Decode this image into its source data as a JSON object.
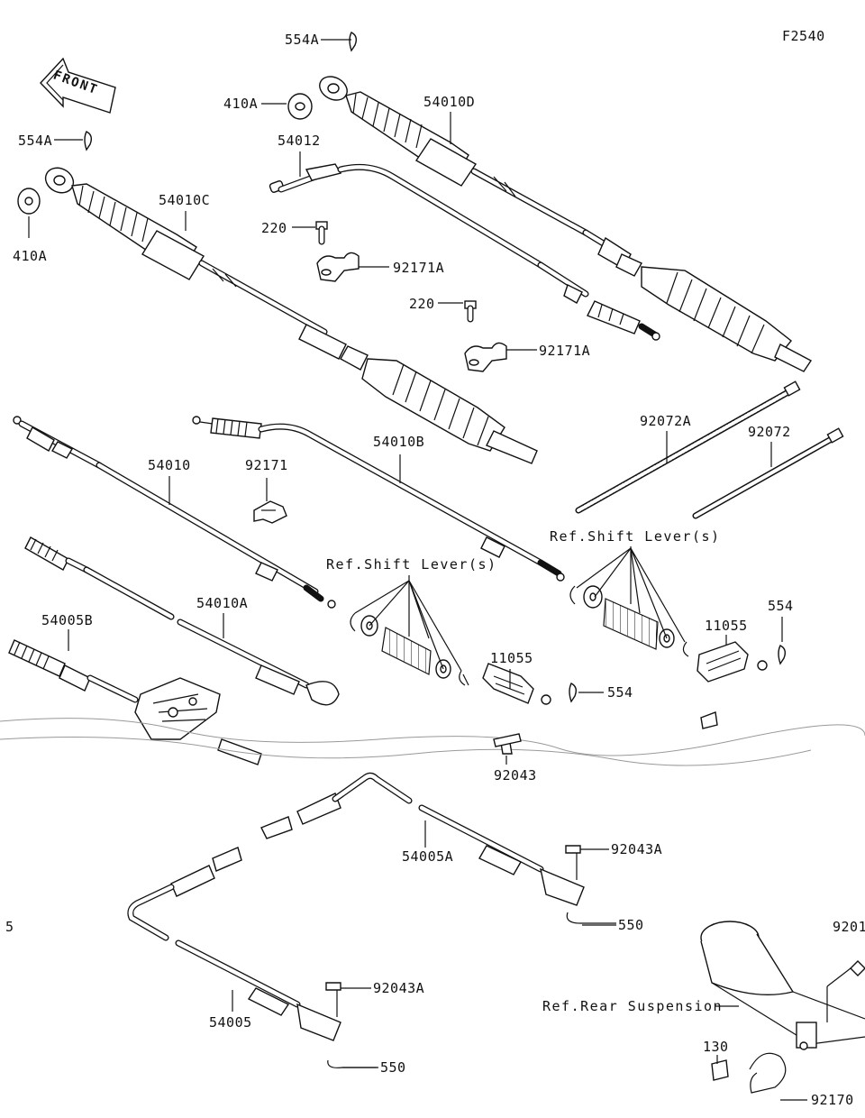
{
  "diagram": {
    "figure_code": "F2540",
    "front_marker": "FRONT",
    "edge_fragments": {
      "left_edge": "5",
      "right_edge": "9201"
    },
    "part_labels": {
      "p554A_top": "554A",
      "p554A_left": "554A",
      "p410A_top": "410A",
      "p410A_left": "410A",
      "p54010D": "54010D",
      "p54012": "54012",
      "p54010C": "54010C",
      "p220_a": "220",
      "p92171A_a": "92171A",
      "p220_b": "220",
      "p92171A_b": "92171A",
      "p54010B": "54010B",
      "p54010": "54010",
      "p92171": "92171",
      "p92072A": "92072A",
      "p92072": "92072",
      "p54010A": "54010A",
      "p54005B": "54005B",
      "p11055_a": "11055",
      "p11055_b": "11055",
      "p554_a": "554",
      "p554_b": "554",
      "p92043": "92043",
      "p54005A": "54005A",
      "p92043A_a": "92043A",
      "p550_a": "550",
      "p54005": "54005",
      "p92043A_b": "92043A",
      "p550_b": "550",
      "p130": "130",
      "p92170": "92170"
    },
    "reference_labels": {
      "shift_lever_left": "Ref.Shift Lever(s)",
      "shift_lever_right": "Ref.Shift Lever(s)",
      "rear_suspension": "Ref.Rear Suspension"
    }
  }
}
